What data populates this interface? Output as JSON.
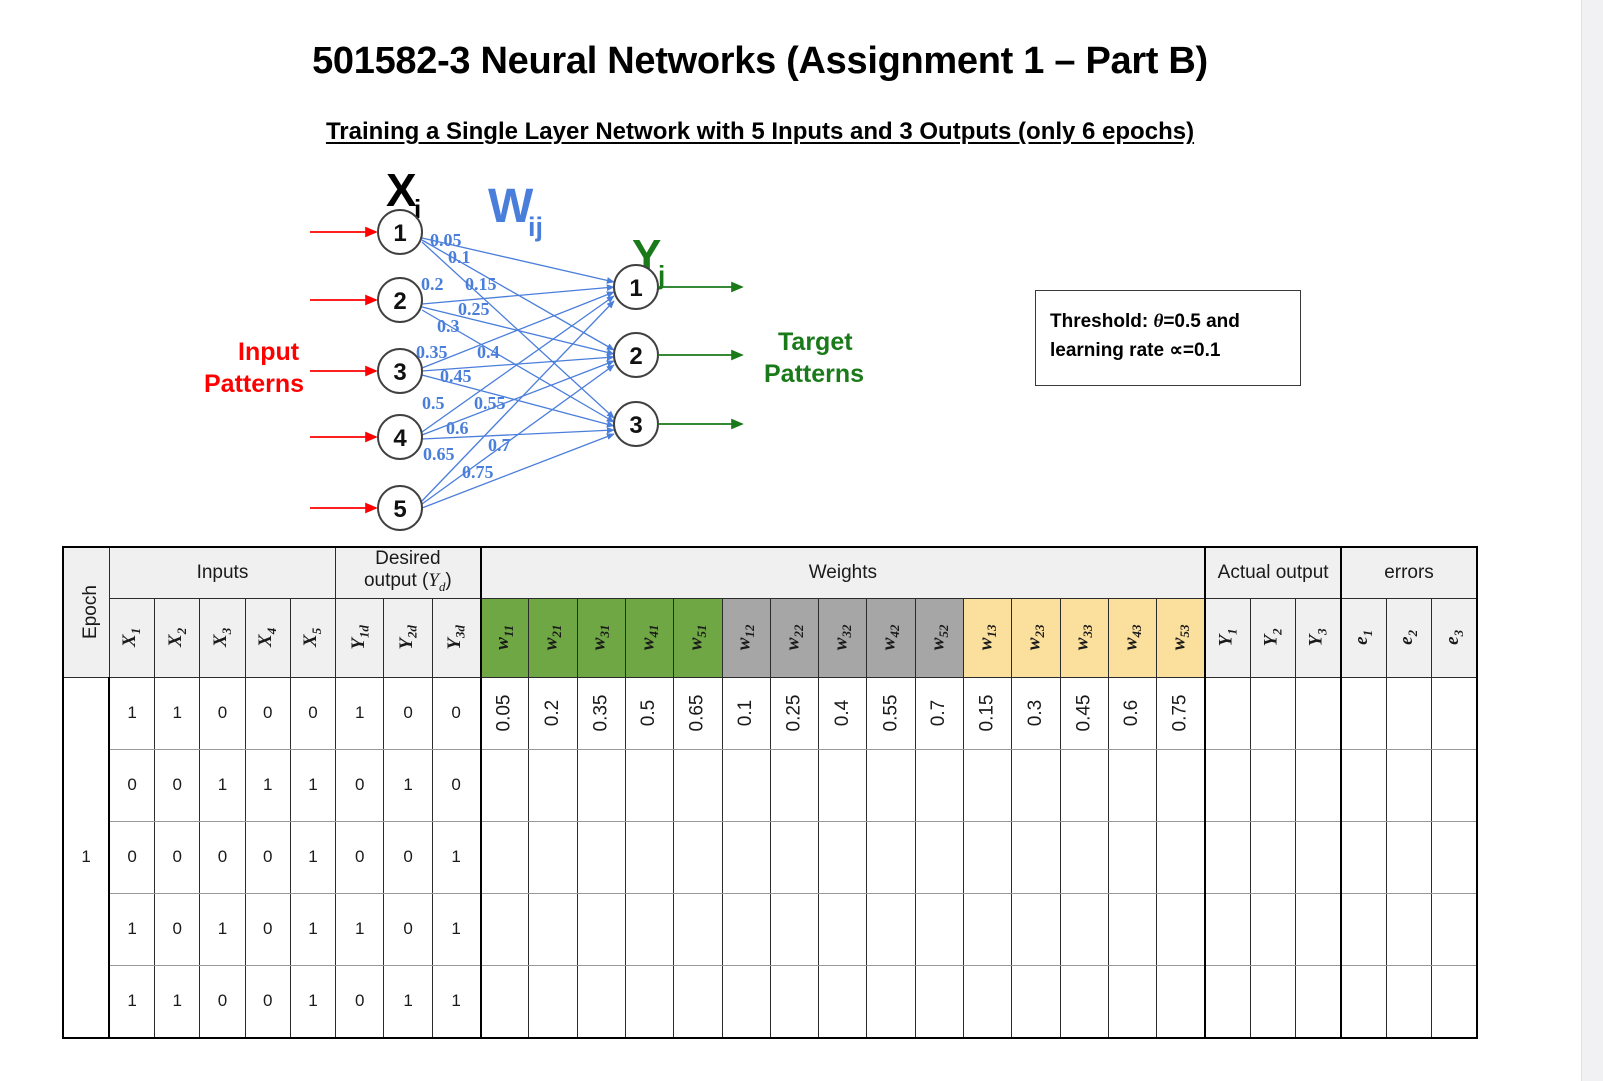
{
  "document": {
    "title": "501582-3 Neural Networks (Assignment 1 – Part B)",
    "subtitle": "Training a Single Layer Network with 5 Inputs and 3 Outputs (only 6 epochs)"
  },
  "diagram": {
    "input_layer_label": "X",
    "input_layer_sub": "i",
    "weight_label": "W",
    "weight_sub": "ij",
    "output_layer_label": "Y",
    "output_layer_sub": "j",
    "input_patterns_label_line1": "Input",
    "input_patterns_label_line2": "Patterns",
    "target_patterns_label_line1": "Target",
    "target_patterns_label_line2": "Patterns",
    "input_nodes": [
      "1",
      "2",
      "3",
      "4",
      "5"
    ],
    "output_nodes": [
      "1",
      "2",
      "3"
    ],
    "weight_labels": [
      "0.05",
      "0.1",
      "0.2",
      "0.15",
      "0.25",
      "0.3",
      "0.35",
      "0.4",
      "0.45",
      "0.5",
      "0.55",
      "0.6",
      "0.7",
      "0.65",
      "0.75"
    ],
    "colors": {
      "input_arrow": "#FF0000",
      "output_arrow": "#1A7A1A",
      "connection": "#4A7EDB",
      "weight_text": "#4A7EDB",
      "node_stroke": "#404040",
      "input_label": "#000000",
      "output_label": "#1A7A1A"
    }
  },
  "threshold_box": {
    "line1_pre": "Threshold: ",
    "line1_theta": "θ",
    "line1_post": "=0.5 and",
    "line2_pre": "learning rate ",
    "line2_alpha": "∝",
    "line2_post": "=0.1"
  },
  "table": {
    "group_headers": {
      "epoch": "Epoch",
      "inputs": "Inputs",
      "desired_output_line1": "Desired",
      "desired_output_line2_pre": "output (",
      "desired_output_line2_italic": "Y",
      "desired_output_line2_sub": "d",
      "desired_output_line2_post": ")",
      "weights": "Weights",
      "actual_output": "Actual output",
      "errors": "errors"
    },
    "sub_headers": {
      "inputs": [
        {
          "base": "X",
          "sub": "1"
        },
        {
          "base": "X",
          "sub": "2"
        },
        {
          "base": "X",
          "sub": "3"
        },
        {
          "base": "X",
          "sub": "4"
        },
        {
          "base": "X",
          "sub": "5"
        }
      ],
      "desired": [
        {
          "base": "Y",
          "sub": "1d"
        },
        {
          "base": "Y",
          "sub": "2d"
        },
        {
          "base": "Y",
          "sub": "3d"
        }
      ],
      "weights_green": [
        {
          "base": "w",
          "sub": "11"
        },
        {
          "base": "w",
          "sub": "21"
        },
        {
          "base": "w",
          "sub": "31"
        },
        {
          "base": "w",
          "sub": "41"
        },
        {
          "base": "w",
          "sub": "51"
        }
      ],
      "weights_gray": [
        {
          "base": "w",
          "sub": "12"
        },
        {
          "base": "w",
          "sub": "22"
        },
        {
          "base": "w",
          "sub": "32"
        },
        {
          "base": "w",
          "sub": "42"
        },
        {
          "base": "w",
          "sub": "52"
        }
      ],
      "weights_yellow": [
        {
          "base": "w",
          "sub": "13"
        },
        {
          "base": "w",
          "sub": "23"
        },
        {
          "base": "w",
          "sub": "33"
        },
        {
          "base": "w",
          "sub": "43"
        },
        {
          "base": "w",
          "sub": "53"
        }
      ],
      "actual": [
        {
          "base": "Y",
          "sub": "1"
        },
        {
          "base": "Y",
          "sub": "2"
        },
        {
          "base": "Y",
          "sub": "3"
        }
      ],
      "errors": [
        {
          "base": "e",
          "sub": "1"
        },
        {
          "base": "e",
          "sub": "2"
        },
        {
          "base": "e",
          "sub": "3"
        }
      ]
    },
    "epoch_value": "1",
    "rows": [
      {
        "inputs": [
          "1",
          "1",
          "0",
          "0",
          "0"
        ],
        "desired": [
          "1",
          "0",
          "0"
        ],
        "weights": [
          "0.05",
          "0.2",
          "0.35",
          "0.5",
          "0.65",
          "0.1",
          "0.25",
          "0.4",
          "0.55",
          "0.7",
          "0.15",
          "0.3",
          "0.45",
          "0.6",
          "0.75"
        ],
        "actual": [
          "",
          "",
          ""
        ],
        "errors": [
          "",
          "",
          ""
        ]
      },
      {
        "inputs": [
          "0",
          "0",
          "1",
          "1",
          "1"
        ],
        "desired": [
          "0",
          "1",
          "0"
        ],
        "weights": [
          "",
          "",
          "",
          "",
          "",
          "",
          "",
          "",
          "",
          "",
          "",
          "",
          "",
          "",
          ""
        ],
        "actual": [
          "",
          "",
          ""
        ],
        "errors": [
          "",
          "",
          ""
        ]
      },
      {
        "inputs": [
          "0",
          "0",
          "0",
          "0",
          "1"
        ],
        "desired": [
          "0",
          "0",
          "1"
        ],
        "weights": [
          "",
          "",
          "",
          "",
          "",
          "",
          "",
          "",
          "",
          "",
          "",
          "",
          "",
          "",
          ""
        ],
        "actual": [
          "",
          "",
          ""
        ],
        "errors": [
          "",
          "",
          ""
        ]
      },
      {
        "inputs": [
          "1",
          "0",
          "1",
          "0",
          "1"
        ],
        "desired": [
          "1",
          "0",
          "1"
        ],
        "weights": [
          "",
          "",
          "",
          "",
          "",
          "",
          "",
          "",
          "",
          "",
          "",
          "",
          "",
          "",
          ""
        ],
        "actual": [
          "",
          "",
          ""
        ],
        "errors": [
          "",
          "",
          ""
        ]
      },
      {
        "inputs": [
          "1",
          "1",
          "0",
          "0",
          "1"
        ],
        "desired": [
          "0",
          "1",
          "1"
        ],
        "weights": [
          "",
          "",
          "",
          "",
          "",
          "",
          "",
          "",
          "",
          "",
          "",
          "",
          "",
          "",
          ""
        ],
        "actual": [
          "",
          "",
          ""
        ],
        "errors": [
          "",
          "",
          ""
        ]
      }
    ]
  }
}
